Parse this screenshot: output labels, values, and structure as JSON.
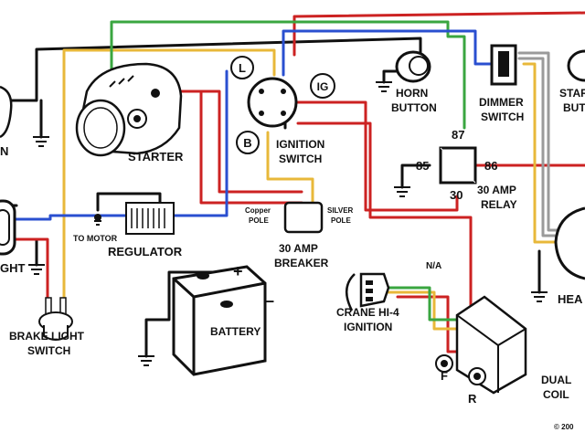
{
  "labels": {
    "starter": "STARTER",
    "horn_line1": "HORN",
    "horn_line2": "BUTTON",
    "dimmer_line1": "DIMMER",
    "dimmer_line2": "SWITCH",
    "star_line1": "STAR",
    "star_line2": "BUTT",
    "ignition_line1": "IGNITION",
    "ignition_line2": "SWITCH",
    "term_l": "L",
    "term_ig": "IG",
    "term_b": "B",
    "relay_87": "87",
    "relay_85": "85",
    "relay_86": "86",
    "relay_30": "30",
    "relay_line1": "30 AMP",
    "relay_line2": "RELAY",
    "copper_line1": "Copper",
    "copper_line2": "POLE",
    "silver_line1": "SILVER",
    "silver_line2": "POLE",
    "to_motor": "TO MOTOR",
    "regulator": "REGULATOR",
    "breaker_line1": "30 AMP",
    "breaker_line2": "BREAKER",
    "battery": "BATTERY",
    "plus": "+",
    "minus": "–",
    "na": "N/A",
    "crane_line1": "CRANE HI-4",
    "crane_line2": "IGNITION",
    "coil_line1": "DUAL",
    "coil_line2": "COIL",
    "coil_f": "F",
    "coil_r": "R",
    "brake_line1": "BRAKE LIGHT",
    "brake_line2": "SWITCH",
    "left_n": "N",
    "left_ght": "GHT",
    "right_hea": "HEA",
    "copyright": "© 200"
  },
  "colors": {
    "black": "#111111",
    "red": "#cc2222",
    "yellow": "#e8b83a",
    "green": "#3aa640",
    "blue": "#2a4fd0",
    "gray": "#9a9a9a"
  }
}
